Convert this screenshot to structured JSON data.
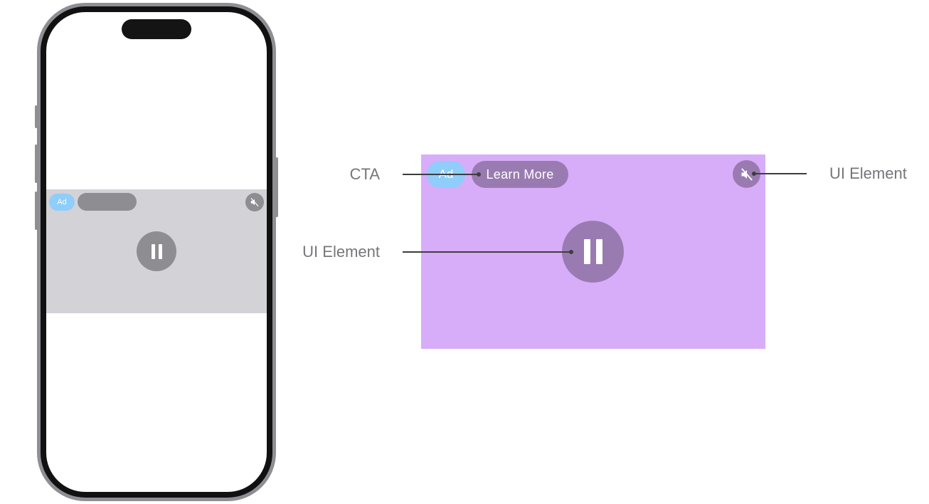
{
  "phone_preview": {
    "ad_badge": "Ad"
  },
  "enlarged_ad": {
    "ad_badge": "Ad",
    "cta_label": "Learn More"
  },
  "callouts": {
    "cta": "CTA",
    "pause_element": "UI Element",
    "mute_element": "UI Element"
  },
  "colors": {
    "phone_frame": "#8f8e93",
    "phone_ad_background": "#d3d2d7",
    "ad_badge": "#8fcdfb",
    "enlarged_ad_background": "#d7adfa",
    "enlarged_controls": "#9a7bb1",
    "callout_text": "#76767b"
  },
  "icons": [
    "mute-icon",
    "pause-icon"
  ]
}
